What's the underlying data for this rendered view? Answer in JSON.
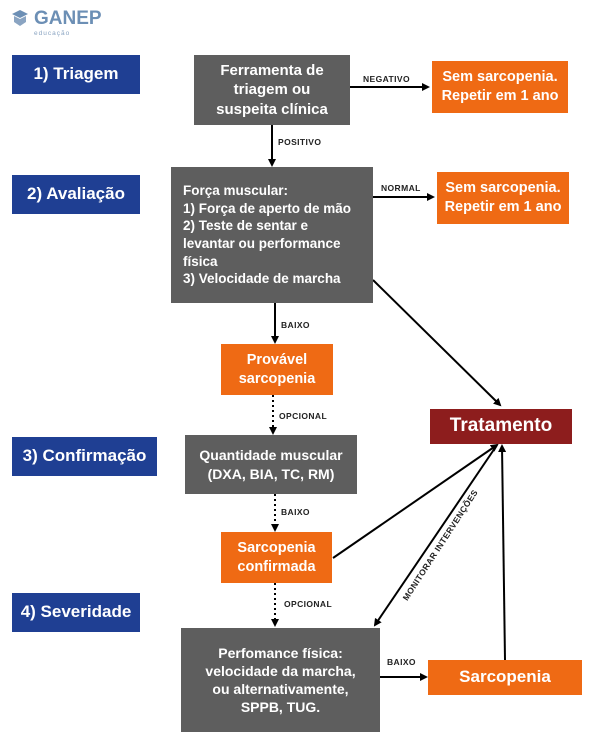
{
  "logo": {
    "name": "GANEP",
    "sub": "educação",
    "icon": "ganep-logo-icon"
  },
  "colors": {
    "stage": "#1f3f93",
    "process": "#5e5e5e",
    "outcome": "#ef6a14",
    "treatment": "#8d1d1d"
  },
  "stages": {
    "triagem": "1) Triagem",
    "avaliacao": "2) Avaliação",
    "confirmacao": "3) Confirmação",
    "severidade": "4) Severidade"
  },
  "nodes": {
    "ferramenta": "Ferramenta de\ntriagem ou\nsuspeita clínica",
    "sem1": "Sem sarcopenia.\nRepetir em 1 ano",
    "forca": "Força muscular:\n1) Força de aperto de mão\n2) Teste de sentar e\nlevantar ou performance\nfísica\n3) Velocidade de marcha",
    "sem2": "Sem sarcopenia.\nRepetir em 1 ano",
    "provavel": "Provável\nsarcopenia",
    "tratamento": "Tratamento",
    "quantidade": "Quantidade muscular\n(DXA, BIA, TC, RM)",
    "confirmada": "Sarcopenia\nconfirmada",
    "performance": "Perfomance física:\nvelocidade da marcha,\nou alternativamente,\nSPPB, TUG.",
    "sarcopenia": "Sarcopenia"
  },
  "edges": {
    "negativo": "NEGATIVO",
    "positivo": "POSITIVO",
    "normal": "NORMAL",
    "baixo1": "BAIXO",
    "opcional1": "OPCIONAL",
    "baixo2": "BAIXO",
    "opcional2": "OPCIONAL",
    "baixo3": "BAIXO",
    "monitorar": "MONITORAR INTERVENÇÕES"
  }
}
